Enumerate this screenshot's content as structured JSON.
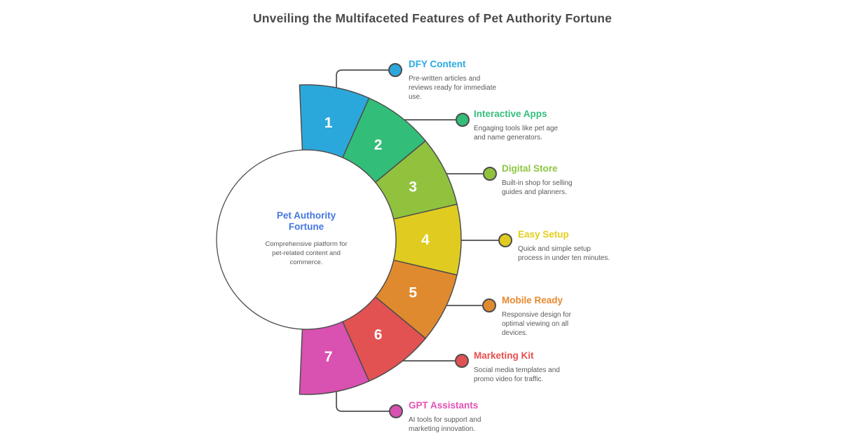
{
  "title": "Unveiling the Multifaceted Features of Pet Authority Fortune",
  "center": {
    "title": "Pet Authority Fortune",
    "description": "Comprehensive platform for\npet-related content and\ncommerce."
  },
  "items": [
    {
      "number": "1",
      "name": "DFY Content",
      "description": "Pre-written articles and\nreviews ready for immediate\nuse.",
      "fill": "#2BA8DB",
      "label_color": "#29ABE2"
    },
    {
      "number": "2",
      "name": "Interactive Apps",
      "description": "Engaging tools like pet age\nand name generators.",
      "fill": "#32BE78",
      "label_color": "#36BE7C"
    },
    {
      "number": "3",
      "name": "Digital Store",
      "description": "Built-in shop for selling\nguides and planners.",
      "fill": "#90C23E",
      "label_color": "#8CC63F"
    },
    {
      "number": "4",
      "name": "Easy Setup",
      "description": "Quick and simple setup\nprocess in under ten minutes.",
      "fill": "#E0CC20",
      "label_color": "#E3CF1B"
    },
    {
      "number": "5",
      "name": "Mobile Ready",
      "description": "Responsive design for\noptimal viewing on all\ndevices.",
      "fill": "#E08A2F",
      "label_color": "#E8892E"
    },
    {
      "number": "6",
      "name": "Marketing Kit",
      "description": "Social media templates and\npromo video for traffic.",
      "fill": "#E25253",
      "label_color": "#E84D4D"
    },
    {
      "number": "7",
      "name": "GPT Assistants",
      "description": "AI tools for support and\nmarketing innovation.",
      "fill": "#D951B1",
      "label_color": "#E351B5"
    }
  ],
  "colors": {
    "outline": "#4D4D4D",
    "title_text": "#4A4A4A",
    "desc_text": "#5A5A5A",
    "center_title": "#4377E0",
    "bg": "#FFFFFF",
    "number_text": "#FFFFFF"
  }
}
